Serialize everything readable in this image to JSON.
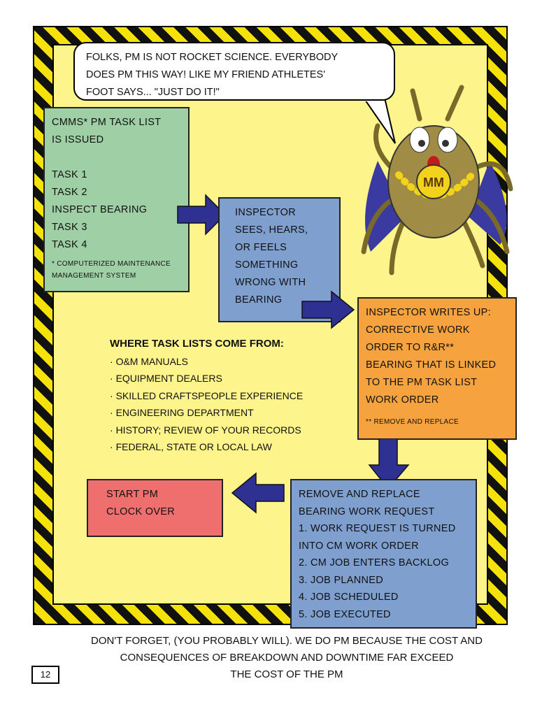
{
  "speech_bubble": [
    "Folks, PM is not rocket science. Everybody",
    "does PM this way! Like my friend Athletes'",
    "Foot says... \"Just do it!\""
  ],
  "mascot_badge": "MM",
  "task_list_box": {
    "title": [
      "CMMS* PM task list",
      "is issued"
    ],
    "tasks": [
      "Task 1",
      "Task 2",
      "Inspect bearing",
      "Task 3",
      "Task 4"
    ],
    "footnote": [
      "* Computerized maintenance",
      "management system"
    ]
  },
  "inspector_box": [
    "Inspector",
    "sees, hears,",
    "or feels",
    "something",
    "wrong with",
    "bearing"
  ],
  "writeup_box": {
    "lines": [
      "Inspector writes up:",
      "corrective work",
      "order to R&R**",
      "bearing that is linked",
      "to the PM task list",
      "work order"
    ],
    "footnote": "** Remove and replace"
  },
  "sources": {
    "heading": "Where task lists come from:",
    "items": [
      "O&M manuals",
      "Equipment dealers",
      "Skilled craftspeople experience",
      "Engineering department",
      "History; review of your records",
      "Federal, state or local law"
    ]
  },
  "start_box": [
    "Start PM",
    "clock over"
  ],
  "request_box": [
    "Remove and replace",
    "bearing work request",
    "1. Work request is turned",
    "into CM work order",
    "2. CM job enters backlog",
    "3. Job planned",
    "4. Job scheduled",
    "5. Job executed"
  ],
  "footer": [
    "Don't forget, (you probably will). We do PM because the cost and",
    "consequences of breakdown and downtime far exceed",
    "the cost of the PM"
  ],
  "page_number": "12"
}
